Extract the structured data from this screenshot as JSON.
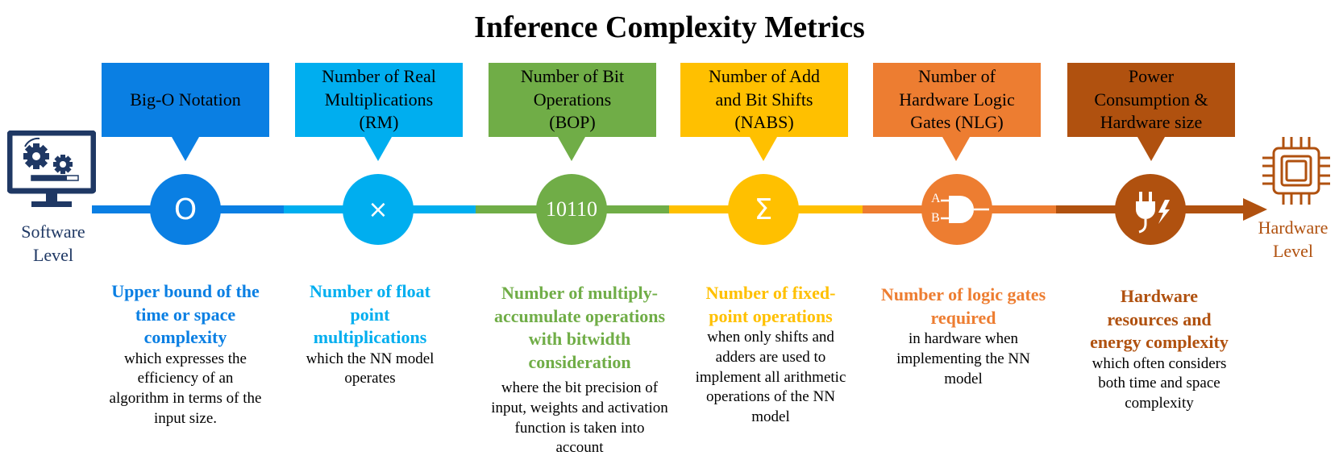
{
  "title": "Inference Complexity Metrics",
  "software_label": [
    "Software",
    "Level"
  ],
  "hardware_label": [
    "Hardware",
    "Level"
  ],
  "colors": {
    "software": "#1f3864",
    "hardware": "#b0510f"
  },
  "metrics": [
    {
      "box_lines": [
        "Big-O Notation"
      ],
      "symbol": "O",
      "icon": "big-o-symbol",
      "color": "#0a7fe3",
      "highlight": [
        "Upper bound of the",
        "time or space",
        "complexity"
      ],
      "text": [
        "which expresses the",
        "efficiency of an",
        "algorithm in terms of the",
        "input size."
      ]
    },
    {
      "box_lines": [
        "Number of Real",
        "Multiplications",
        "(RM)"
      ],
      "symbol": "×",
      "icon": "multiply-icon",
      "color": "#00aeef",
      "highlight": [
        "Number of float",
        "point",
        "multiplications"
      ],
      "text": [
        "which the NN model",
        "operates"
      ]
    },
    {
      "box_lines": [
        "Number of Bit",
        "Operations",
        "(BOP)"
      ],
      "symbol": "10110",
      "icon": "binary-icon",
      "color": "#70ad47",
      "highlight": [
        "Number of multiply-",
        "accumulate operations",
        "with bitwidth",
        "consideration"
      ],
      "text": [
        "where the bit precision of",
        "input, weights and activation",
        "function is taken into",
        "account"
      ]
    },
    {
      "box_lines": [
        "Number of Add",
        "and Bit Shifts",
        "(NABS)"
      ],
      "symbol": "Σ",
      "icon": "sigma-icon",
      "color": "#ffc000",
      "highlight": [
        "Number of fixed-",
        "point operations"
      ],
      "text": [
        "when only shifts and",
        "adders are used to",
        "implement all arithmetic",
        "operations of the NN",
        "model"
      ]
    },
    {
      "box_lines": [
        "Number of",
        "Hardware Logic",
        "Gates (NLG)"
      ],
      "symbol": "",
      "icon": "and-gate-icon",
      "gate_inputs": [
        "A",
        "B"
      ],
      "color": "#ed7d31",
      "highlight": [
        "Number of logic gates",
        "required"
      ],
      "text": [
        "in hardware when",
        "implementing the NN",
        "model"
      ]
    },
    {
      "box_lines": [
        "Power",
        "Consumption &",
        "Hardware size"
      ],
      "symbol": "",
      "icon": "power-plug-icon",
      "color": "#b0510f",
      "highlight": [
        "Hardware",
        "resources and",
        "energy complexity"
      ],
      "text": [
        "which often considers",
        "both time and space",
        "complexity"
      ]
    }
  ]
}
